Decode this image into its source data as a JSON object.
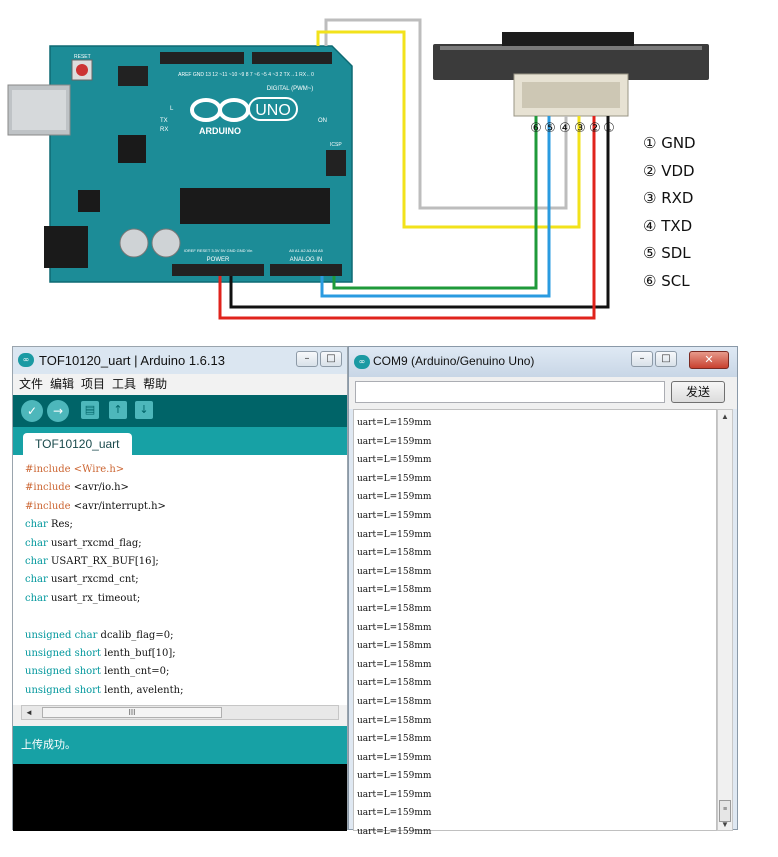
{
  "pins": {
    "numbers": [
      "⑥",
      "⑤",
      "④",
      "③",
      "②",
      "①"
    ],
    "legend": [
      "① GND",
      "② VDD",
      "③ RXD",
      "④ TXD",
      "⑤ SDL",
      "⑥ SCL"
    ]
  },
  "board": {
    "logo_text": "ARDUINO",
    "model": "UNO",
    "digital_label": "DIGITAL (PWM~)",
    "digital_pins": "AREF GND 13 12 ~11 ~10 ~9 8   7 ~6 ~5 4 ~3 2 TX→1 RX←0",
    "power_label": "POWER",
    "analog_label": "ANALOG IN",
    "power_pins": "IOREF RESET 3.3V 5V GND GND Vin",
    "analog_pins": "A0 A1 A2 A3 A4 A5",
    "on_label": "ON",
    "l_label": "L",
    "tx_label": "TX",
    "rx_label": "RX",
    "reset_label": "RESET",
    "icsp_label": "ICSP"
  },
  "ide": {
    "title": "TOF10120_uart | Arduino 1.6.13",
    "menu": [
      "文件",
      "编辑",
      "项目",
      "工具",
      "帮助"
    ],
    "tab": "TOF10120_uart",
    "code": [
      [
        {
          "t": "#include",
          "c": "kw"
        },
        {
          "t": " "
        },
        {
          "t": "<Wire.h>",
          "c": "str"
        }
      ],
      [
        {
          "t": "#include",
          "c": "kw"
        },
        {
          "t": " <avr/io.h>"
        }
      ],
      [
        {
          "t": "#include",
          "c": "kw"
        },
        {
          "t": " <avr/interrupt.h>"
        }
      ],
      [
        {
          "t": "char",
          "c": "kt"
        },
        {
          "t": " Res;"
        }
      ],
      [
        {
          "t": "char",
          "c": "kt"
        },
        {
          "t": " usart_rxcmd_flag;"
        }
      ],
      [
        {
          "t": "char",
          "c": "kt"
        },
        {
          "t": " USART_RX_BUF[16];"
        }
      ],
      [
        {
          "t": "char",
          "c": "kt"
        },
        {
          "t": " usart_rxcmd_cnt;"
        }
      ],
      [
        {
          "t": "char",
          "c": "kt"
        },
        {
          "t": " usart_rx_timeout;"
        }
      ],
      [],
      [
        {
          "t": "unsigned",
          "c": "kt"
        },
        {
          "t": " "
        },
        {
          "t": "char",
          "c": "kt"
        },
        {
          "t": " dcalib_flag=0;"
        }
      ],
      [
        {
          "t": "unsigned",
          "c": "kt"
        },
        {
          "t": " "
        },
        {
          "t": "short",
          "c": "kt"
        },
        {
          "t": " lenth_buf[10];"
        }
      ],
      [
        {
          "t": "unsigned",
          "c": "kt"
        },
        {
          "t": " "
        },
        {
          "t": "short",
          "c": "kt"
        },
        {
          "t": " lenth_cnt=0;"
        }
      ],
      [
        {
          "t": "unsigned",
          "c": "kt"
        },
        {
          "t": " "
        },
        {
          "t": "short",
          "c": "kt"
        },
        {
          "t": " lenth, avelenth;"
        }
      ]
    ],
    "status": "上传成功。"
  },
  "serial": {
    "title": "COM9 (Arduino/Genuino Uno)",
    "send_label": "发送",
    "lines": [
      "uart=L=159mm",
      "uart=L=159mm",
      "uart=L=159mm",
      "uart=L=159mm",
      "uart=L=159mm",
      "uart=L=159mm",
      "uart=L=159mm",
      "uart=L=158mm",
      "uart=L=158mm",
      "uart=L=158mm",
      "uart=L=158mm",
      "uart=L=158mm",
      "uart=L=158mm",
      "uart=L=158mm",
      "uart=L=158mm",
      "uart=L=158mm",
      "uart=L=158mm",
      "uart=L=158mm",
      "uart=L=159mm",
      "uart=L=159mm",
      "uart=L=159mm",
      "uart=L=159mm",
      "uart=L=159mm"
    ]
  },
  "wire_colors": {
    "gnd": "#111111",
    "vdd": "#e0231c",
    "rxd": "#f2e21b",
    "txd": "#bdbdbd",
    "sdl": "#2a9be0",
    "scl": "#1f9a3a"
  }
}
